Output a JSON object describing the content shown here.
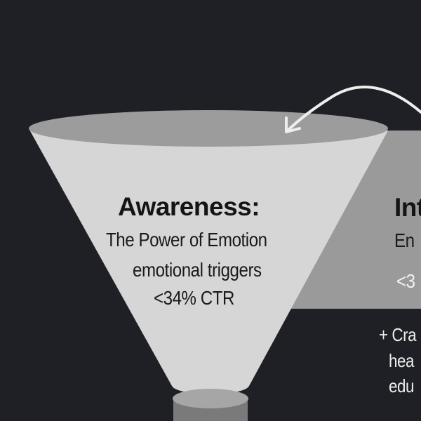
{
  "colors": {
    "background": "#1e2025",
    "funnel_body": "#d6d6d6",
    "funnel_rim": "#9c9c9c",
    "funnel_neck": "#7a7a7a",
    "panel": "#9a9a9a",
    "arrow": "#eeeeee",
    "text_dark": "#141414",
    "text_light": "#f0f0f0"
  },
  "stage": {
    "title": "Awareness:",
    "lines": [
      "The Power of Emotion",
      "emotional triggers",
      "<34% CTR"
    ]
  },
  "next_stage": {
    "title": "Int",
    "subtitle": "En",
    "metric": "<3"
  },
  "bullets": [
    "+ Cra",
    "hea",
    "edu"
  ],
  "icons": {
    "arrow": "curved-arrow-icon"
  }
}
